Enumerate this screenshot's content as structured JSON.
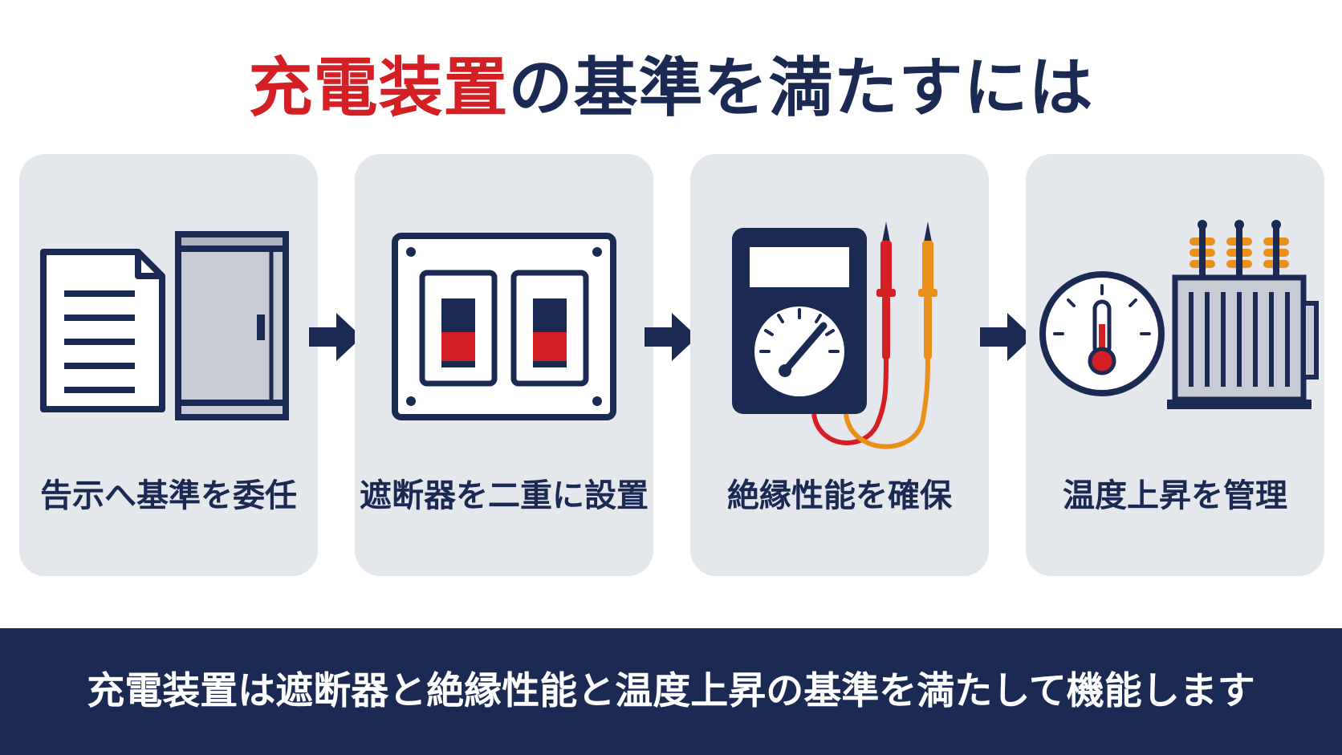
{
  "title": {
    "highlight": "充電装置",
    "rest": "の基準を満たすには"
  },
  "steps": [
    {
      "label": "告示へ基準を委任",
      "icon": "document-and-cabinet-icon"
    },
    {
      "label": "遮断器を二重に設置",
      "icon": "double-breaker-icon"
    },
    {
      "label": "絶縁性能を確保",
      "icon": "multimeter-icon"
    },
    {
      "label": "温度上昇を管理",
      "icon": "thermometer-transformer-icon"
    }
  ],
  "footer": {
    "text": "充電装置は遮断器と絶縁性能と温度上昇の基準を満たして機能します"
  },
  "colors": {
    "navy": "#1a2a52",
    "red": "#d41f25",
    "orange": "#e8901a",
    "card_bg": "#e4e7ec"
  }
}
